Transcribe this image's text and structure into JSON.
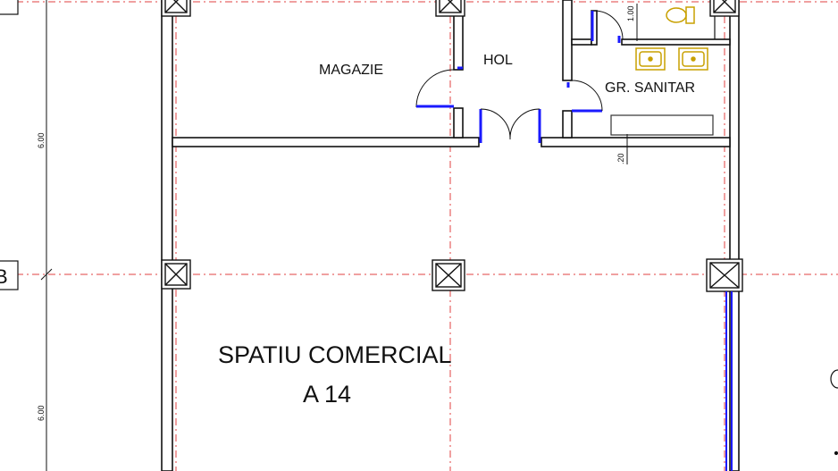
{
  "plan": {
    "rooms": {
      "magazie": "MAGAZIE",
      "hol": "HOL",
      "gr_sanitar": "GR. SANITAR",
      "spatiu_comercial": "SPATIU COMERCIAL",
      "unit_number": "A 14"
    },
    "dimensions": {
      "span_upper": "6.00",
      "span_lower": "6.00",
      "wc_depth": "1.00",
      "wall_offset": ".20"
    },
    "axes": {
      "axis_b": "B"
    },
    "colors": {
      "wall": "#111111",
      "grid": "#e04040",
      "door": "#1a1aff",
      "fixture": "#c8a000"
    }
  }
}
